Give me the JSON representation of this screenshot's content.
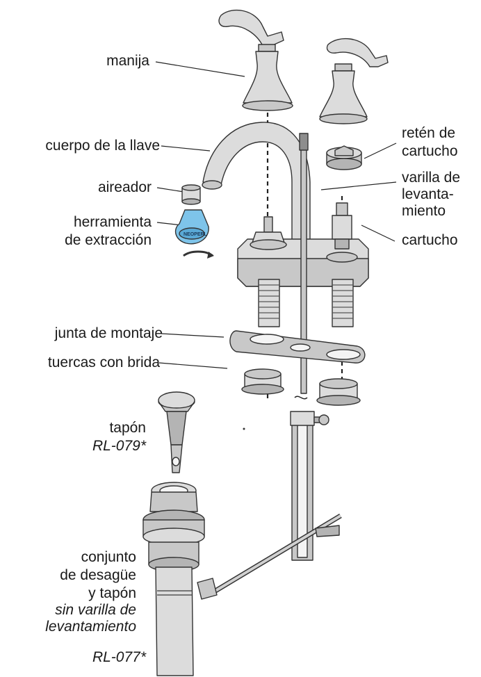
{
  "labels": {
    "handle": "manija",
    "faucet_body": "cuerpo de la llave",
    "aerator": "aireador",
    "removal_tool_line1": "herramienta",
    "removal_tool_line2": "de extracción",
    "cartridge_retainer_line1": "retén de",
    "cartridge_retainer_line2": "cartucho",
    "lift_rod_line1": "varilla de",
    "lift_rod_line2": "levanta-",
    "lift_rod_line3": "miento",
    "cartridge": "cartucho",
    "mounting_gasket": "junta de montaje",
    "flange_nuts": "tuercas con brida",
    "stopper": "tapón",
    "stopper_part": "RL-079*",
    "drain_line1": "conjunto",
    "drain_line2": "de desagüe",
    "drain_line3": "y tapón",
    "drain_line4": "sin varilla de",
    "drain_line5": "levantamiento",
    "drain_part": "RL-077*",
    "tool_brand": "NEOPERL"
  },
  "colors": {
    "chrome_light": "#dcdcdc",
    "chrome_mid": "#c8c8c8",
    "chrome_dark": "#b4b4b4",
    "outline": "#333333",
    "tool_blue": "#7ec4ea",
    "text": "#1a1a1a"
  }
}
